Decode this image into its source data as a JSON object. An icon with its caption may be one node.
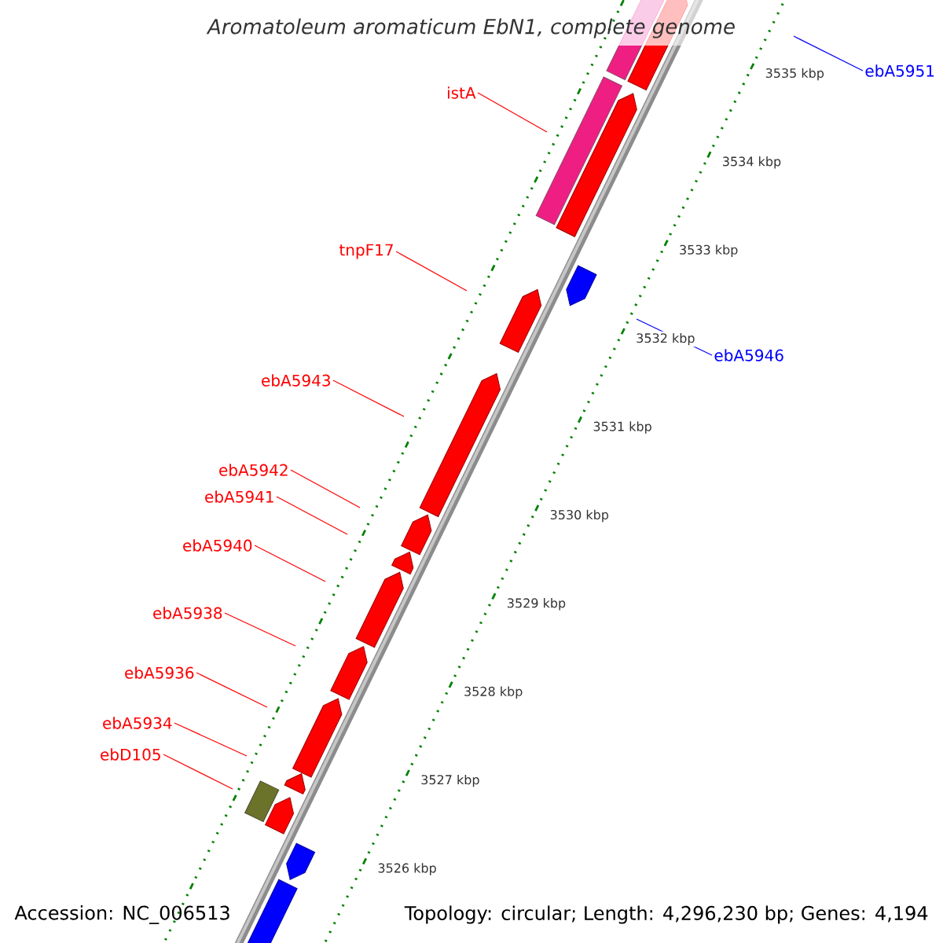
{
  "diagram": {
    "title": "Aromatoleum aromaticum EbN1, complete genome",
    "nodes": [
      {
        "text": [
          "ebA5951"
        ]
      },
      {
        "text": [
          "istA"
        ]
      },
      {
        "text": [
          "tnpF17"
        ]
      },
      {
        "text": [
          "ebA5946"
        ]
      },
      {
        "text": [
          "ebA5943"
        ]
      },
      {
        "text": [
          "ebA5942"
        ]
      },
      {
        "text": [
          "ebA5941"
        ]
      },
      {
        "text": [
          "ebA5940"
        ]
      },
      {
        "text": [
          "ebA5938"
        ]
      },
      {
        "text": [
          "ebA5936"
        ]
      },
      {
        "text": [
          "ebA5934"
        ]
      },
      {
        "text": [
          "ebD105"
        ]
      }
    ],
    "edges": [
      {
        "from": 0,
        "to": null,
        "arrow": "none",
        "color": "#0000ff"
      },
      {
        "from": 1,
        "to": null,
        "arrow": "none"
      },
      {
        "from": 2,
        "to": null,
        "arrow": "none"
      },
      {
        "from": 3,
        "to": null,
        "arrow": "none",
        "color": "#0000ff"
      },
      {
        "from": 4,
        "to": null,
        "arrow": "none"
      },
      {
        "from": 5,
        "to": null,
        "arrow": "none"
      },
      {
        "from": 6,
        "to": null,
        "arrow": "none"
      },
      {
        "from": 7,
        "to": null,
        "arrow": "none"
      },
      {
        "from": 8,
        "to": null,
        "arrow": "none"
      },
      {
        "from": 9,
        "to": null,
        "arrow": "none"
      },
      {
        "from": 10,
        "to": null,
        "arrow": "none"
      },
      {
        "from": 11,
        "to": null,
        "arrow": "none"
      }
    ],
    "labels": [
      "3535 kbp",
      "3534 kbp",
      "3533 kbp",
      "3532 kbp",
      "3531 kbp",
      "3530 kbp",
      "3529 kbp",
      "3528 kbp",
      "3527 kbp",
      "3526 kbp",
      "Accession: NC_006513",
      "Topology: circular; Length: 4,296,230 bp; Genes: 4,194"
    ]
  }
}
